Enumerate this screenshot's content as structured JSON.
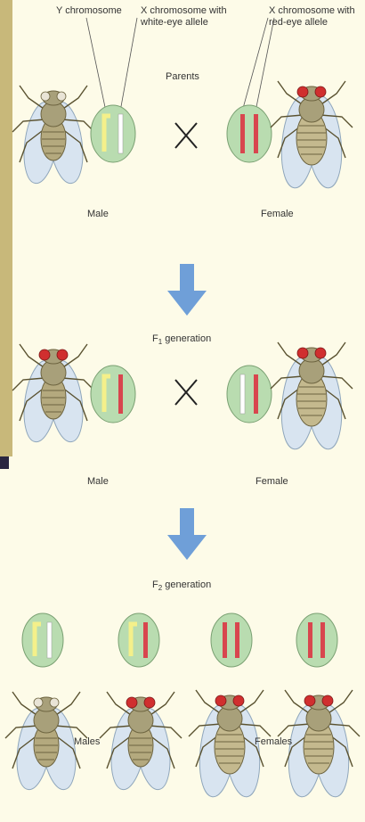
{
  "labels": {
    "y_chromosome": "Y chromosome",
    "x_white": "X chromosome with\nwhite-eye allele",
    "x_red": "X chromosome with\nred-eye allele",
    "parents": "Parents",
    "male_1": "Male",
    "female_1": "Female",
    "f1_prefix": "F",
    "f1_sub": "1",
    "f1_suffix": " generation",
    "male_2": "Male",
    "female_2": "Female",
    "f2_prefix": "F",
    "f2_sub": "2",
    "f2_suffix": " generation",
    "males": "Males",
    "females": "Females",
    "cross_1": "X",
    "cross_2": "X"
  },
  "colors": {
    "circle": "#b9dcb0",
    "circle_stroke": "#7aa072",
    "red_chromosome": "#d8464e",
    "white_chromosome": "#ffffff",
    "yellow_chromosome": "#f4f08a",
    "arrow": "#6f9fd8",
    "fly_body": "#a8a07a",
    "fly_wing": "#d8e4f0",
    "fly_eye_red": "#d02f2f"
  },
  "icons": {
    "fly": "fruit-fly-icon",
    "arrow": "down-arrow-icon",
    "cross": "cross-symbol-icon"
  }
}
